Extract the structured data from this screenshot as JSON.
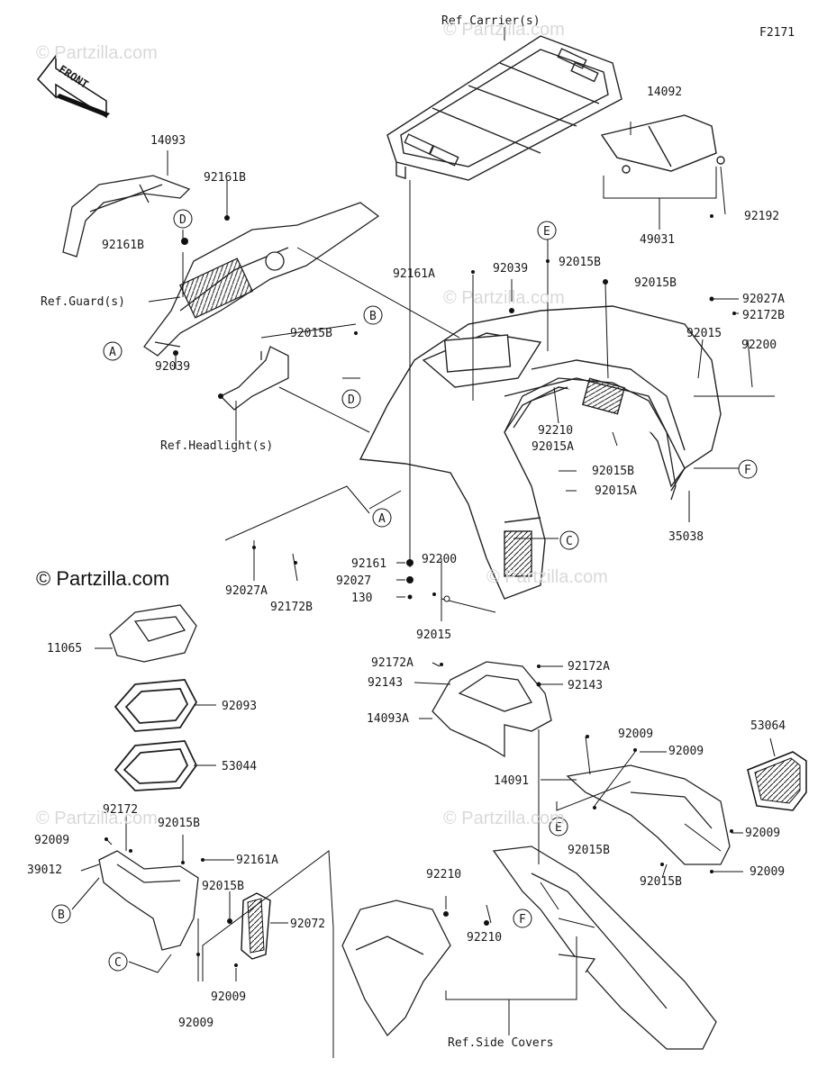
{
  "figure_code": "F2171",
  "watermark": "© Partzilla.com",
  "front_label": "FRONT",
  "callout_letters": [
    "A",
    "B",
    "C",
    "D",
    "E",
    "F"
  ],
  "labels": {
    "ref_carriers": "Ref.Carrier(s)",
    "p14092": "14092",
    "p49031": "49031",
    "p92192": "92192",
    "p14093": "14093",
    "p92161B_a": "92161B",
    "p92161B_b": "92161B",
    "ref_guards": "Ref.Guard(s)",
    "p92039_a": "92039",
    "p92161A_a": "92161A",
    "p92039_b": "92039",
    "p92015B_a": "92015B",
    "p92015B_b": "92015B",
    "p92027A_a": "92027A",
    "p92172B_a": "92172B",
    "p92015_a": "92015",
    "p92200_a": "92200",
    "p92015B_c": "92015B",
    "ref_headlights": "Ref.Headlight(s)",
    "p92210_a": "92210",
    "p92015A_a": "92015A",
    "p92015B_d": "92015B",
    "p92015A_b": "92015A",
    "p35038": "35038",
    "p92161": "92161",
    "p92027": "92027",
    "p130": "130",
    "p92200_b": "92200",
    "p92015_b": "92015",
    "p92027A_b": "92027A",
    "p92172B_b": "92172B",
    "p11065": "11065",
    "p92093": "92093",
    "p53044": "53044",
    "p92172A_a": "92172A",
    "p92143_a": "92143",
    "p14093A": "14093A",
    "p92172A_b": "92172A",
    "p92143_b": "92143",
    "p14091": "14091",
    "p92009_a": "92009",
    "p92009_b": "92009",
    "p53064": "53064",
    "p92009_c": "92009",
    "p92015B_e": "92015B",
    "p92009_d": "92009",
    "p92015B_f": "92015B",
    "p92172": "92172",
    "p92015B_g": "92015B",
    "p92009_e": "92009",
    "p92161A_b": "92161A",
    "p39012": "39012",
    "p92015B_h": "92015B",
    "p92072": "92072",
    "p92009_f": "92009",
    "p92009_g": "92009",
    "p92210_b": "92210",
    "p92210_c": "92210",
    "ref_side_covers": "Ref.Side Covers"
  }
}
